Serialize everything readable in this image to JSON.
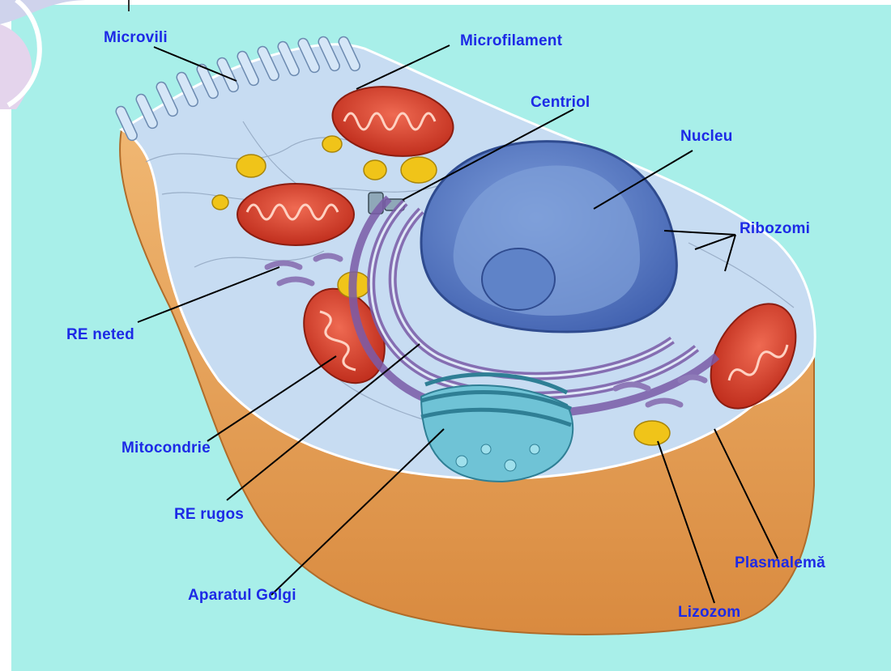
{
  "labels": {
    "microvili": "Microvili",
    "microfilament": "Microfilament",
    "centriol": "Centriol",
    "nucleu": "Nucleu",
    "ribozomi": "Ribozomi",
    "re_neted": "RE neted",
    "mitocondrie": "Mitocondrie",
    "re_rugos": "RE rugos",
    "aparatul_golgi": "Aparatul Golgi",
    "plasmalema": "Plasmalemă",
    "lizozom": "Lizozom"
  },
  "colors": {
    "background": "#a8efe9",
    "label_text": "#1d2ae6",
    "membrane": "#e9a25a",
    "cytoplasm": "#c7dcf2",
    "nucleus": "#5f83c8",
    "mitochondria": "#dc3e2c",
    "golgi": "#6fc3d6",
    "lysosome": "#f0c419"
  }
}
